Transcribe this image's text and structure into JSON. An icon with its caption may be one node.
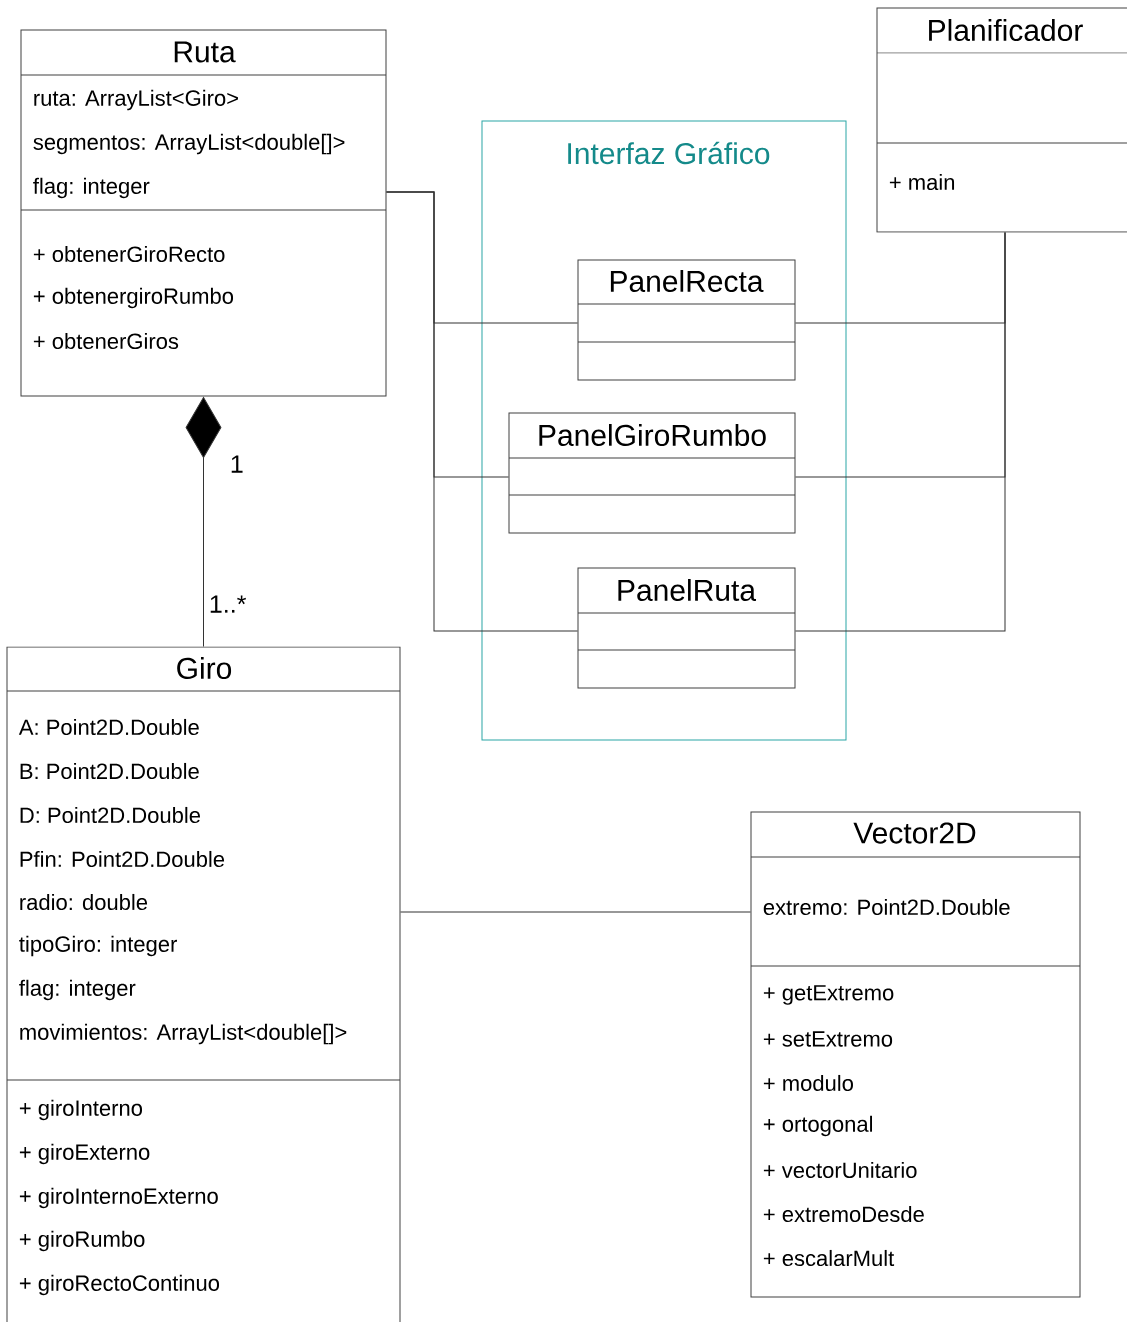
{
  "diagram": {
    "nodes": [
      {
        "text": [
          "Ruta",
          "ruta: ArrayList<Giro>",
          "segmentos: ArrayList<double[]>",
          "flag: integer",
          "+ obtenerGiroRecto",
          "+ obtenergiroRumbo",
          "+ obtenerGiros"
        ]
      },
      {
        "text": [
          "Planificador",
          "+ main"
        ]
      },
      {
        "text": [
          "Interfaz Gráfico"
        ]
      },
      {
        "text": [
          "PanelRecta"
        ],
        "in": 2
      },
      {
        "text": [
          "PanelGiroRumbo"
        ],
        "in": 2
      },
      {
        "text": [
          "PanelRuta"
        ],
        "in": 2
      },
      {
        "text": [
          "Giro",
          "A: Point2D.Double",
          "B: Point2D.Double",
          "D: Point2D.Double",
          "Pfin: Point2D.Double",
          "radio: double",
          "tipoGiro: integer",
          "flag: integer",
          "movimientos: ArrayList<double[]>",
          "+ giroInterno",
          "+ giroExterno",
          "+ giroInternoExterno",
          "+ giroRumbo",
          "+ giroRectoContinuo"
        ]
      },
      {
        "text": [
          "Vector2D",
          "extremo: Point2D.Double",
          "+ getExtremo",
          "+ setExtremo",
          "+ modulo",
          "+ ortogonal",
          "+ vectorUnitario",
          "+ extremoDesde",
          "+ escalarMult"
        ]
      }
    ],
    "edges": [
      {
        "from": 0,
        "to": 6,
        "arrow": "other"
      },
      {
        "from": 0,
        "to": 3,
        "arrow": "none"
      },
      {
        "from": 0,
        "to": 4,
        "arrow": "none"
      },
      {
        "from": 0,
        "to": 5,
        "arrow": "none"
      },
      {
        "from": 1,
        "to": 3,
        "arrow": "none"
      },
      {
        "from": 1,
        "to": 4,
        "arrow": "none"
      },
      {
        "from": 1,
        "to": 5,
        "arrow": "none"
      },
      {
        "from": 6,
        "to": 7,
        "arrow": "none"
      }
    ],
    "labels": [
      "1",
      "1..*"
    ]
  }
}
